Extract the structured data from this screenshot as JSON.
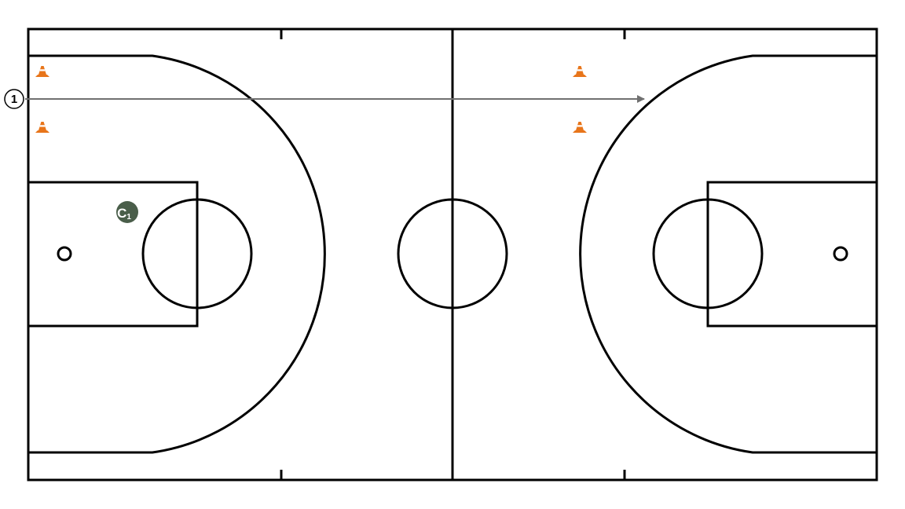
{
  "court": {
    "line_color": "#000000",
    "background_color": "#ffffff"
  },
  "players": [
    {
      "id": "player-1",
      "label": "1",
      "color": "#000000"
    }
  ],
  "coach": {
    "label": "C",
    "subscript": "1",
    "color": "#4a5e4a"
  },
  "cones": {
    "count": 4,
    "color": "#e8751a",
    "icon": "traffic-cone-icon"
  },
  "movement": {
    "type": "run-arrow",
    "color": "#707070"
  }
}
